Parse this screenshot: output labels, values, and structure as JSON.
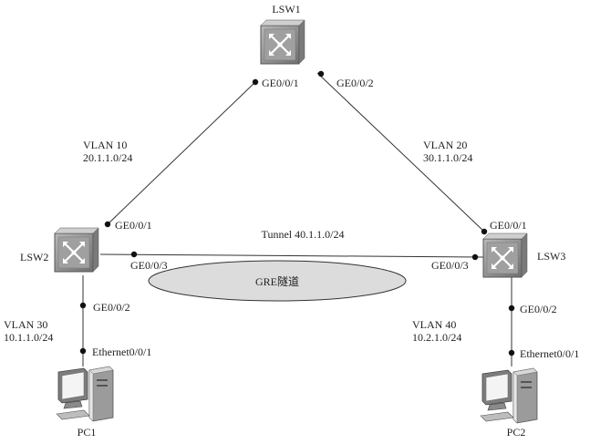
{
  "devices": {
    "lsw1": "LSW1",
    "lsw2": "LSW2",
    "lsw3": "LSW3",
    "pc1": "PC1",
    "pc2": "PC2"
  },
  "ports": {
    "lsw1_ge001": "GE0/0/1",
    "lsw1_ge002": "GE0/0/2",
    "lsw2_ge001": "GE0/0/1",
    "lsw2_ge003": "GE0/0/3",
    "lsw2_ge002": "GE0/0/2",
    "lsw3_ge001": "GE0/0/1",
    "lsw3_ge003": "GE0/0/3",
    "lsw3_ge002": "GE0/0/2",
    "pc1_eth": "Ethernet0/0/1",
    "pc2_eth": "Ethernet0/0/1"
  },
  "vlans": {
    "vlan10": "VLAN 10",
    "vlan10_net": "20.1.1.0/24",
    "vlan20": "VLAN 20",
    "vlan20_net": "30.1.1.0/24",
    "vlan30": "VLAN 30",
    "vlan30_net": "10.1.1.0/24",
    "vlan40": "VLAN 40",
    "vlan40_net": "10.2.1.0/24"
  },
  "tunnel": {
    "label": "Tunnel 40.1.1.0/24",
    "gre": "GRE隧道"
  },
  "colors": {
    "switch_body": "#8c8c8c",
    "switch_face": "#a9a9a9",
    "ellipse_fill": "#d9d9d9"
  }
}
